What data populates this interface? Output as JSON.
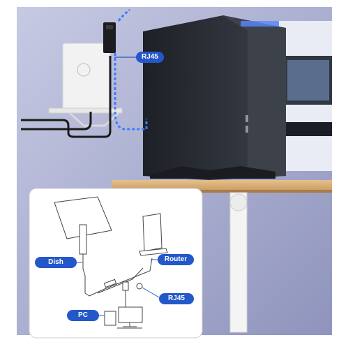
{
  "photo": {
    "callout_rj45": "RJ45"
  },
  "inset_diagram": {
    "labels": {
      "dish": "Dish",
      "router": "Router",
      "rj45": "RJ45",
      "pc": "PC"
    }
  },
  "colors": {
    "label_bg": "#2457c9",
    "label_text": "#ffffff",
    "wall": "#9ea3c8",
    "desk_top": "#d9b07a",
    "pc_case": "#2b2e35",
    "led_strip": "#3f7cff"
  }
}
